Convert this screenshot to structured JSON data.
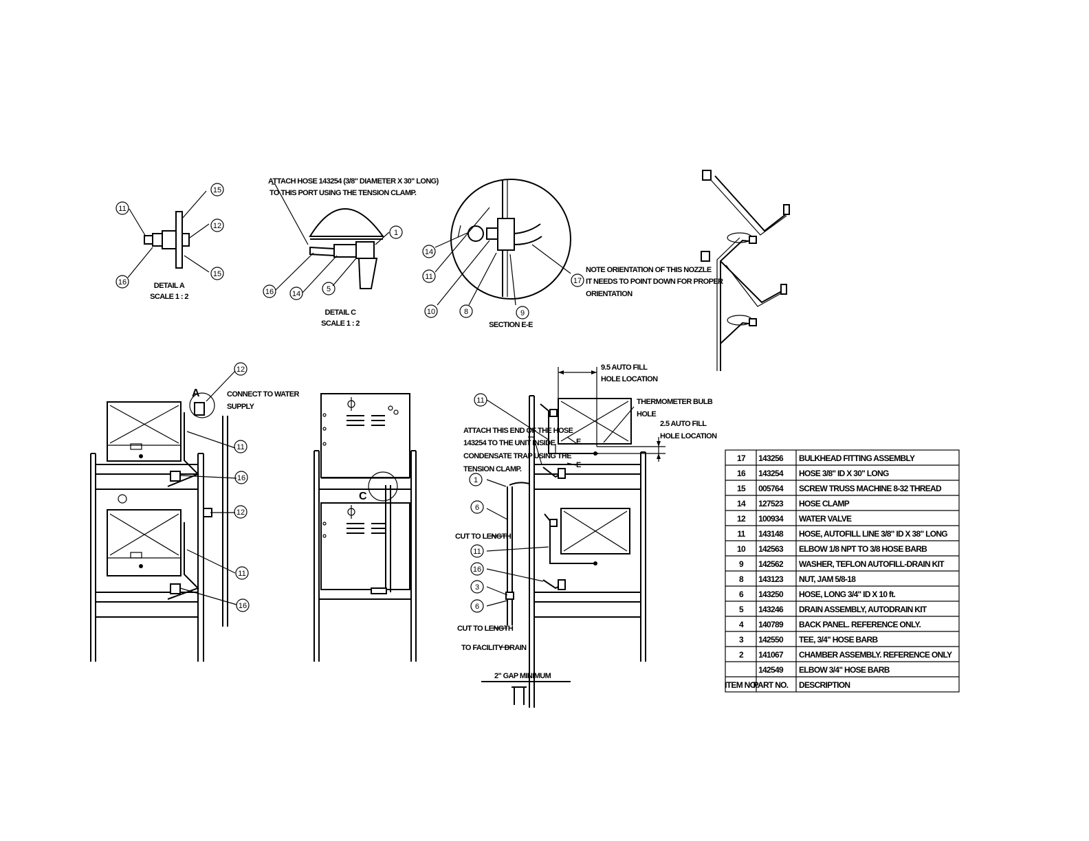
{
  "detail_a": {
    "title": "DETAIL A",
    "scale": "SCALE 1 : 2",
    "balloons": [
      "11",
      "15",
      "12",
      "15",
      "16"
    ]
  },
  "detail_c": {
    "title": "DETAIL C",
    "scale": "SCALE 1 : 2",
    "note_line1": "ATTACH HOSE 143254 (3/8\" DIAMETER X 30\" LONG)",
    "note_line2": "TO THIS PORT USING THE TENSION CLAMP.",
    "balloons": [
      "1",
      "16",
      "14",
      "5"
    ]
  },
  "section_e": {
    "title": "SECTION E-E",
    "note_line1": "NOTE ORIENTATION OF THIS NOZZLE",
    "note_line2": "IT NEEDS TO POINT DOWN FOR PROPER",
    "note_line3": "ORIENTATION",
    "balloons": [
      "14",
      "11",
      "10",
      "8",
      "9",
      "17"
    ]
  },
  "side_view": {
    "detail_letter": "A",
    "connect_line1": "CONNECT TO WATER",
    "connect_line2": "SUPPLY",
    "balloons": [
      "12",
      "11",
      "16",
      "12",
      "11",
      "16"
    ]
  },
  "rear_view": {
    "detail_letter": "C"
  },
  "drain_view": {
    "dim_auto_fill_95_line1": "9.5 AUTO FILL",
    "dim_auto_fill_95_line2": "HOLE LOCATION",
    "thermometer_line1": "THERMOMETER BULB",
    "thermometer_line2": "HOLE",
    "dim_auto_fill_25_line1": "2.5 AUTO FILL",
    "dim_auto_fill_25_line2": "HOLE LOCATION",
    "attach_line1": "ATTACH THIS END OF THE HOSE",
    "attach_line2": "143254 TO THE UNIT INSIDE",
    "attach_line3": "CONDENSATE TRAP USING THE",
    "attach_line4": "TENSION CLAMP.",
    "cut_to_length_1": "CUT TO LENGTH",
    "cut_to_length_2": "CUT TO LENGTH",
    "to_facility_drain": "TO FACILITY DRAIN",
    "gap_minimum": "2\" GAP MINIMUM",
    "section_marker": "E",
    "balloons": [
      "11",
      "1",
      "6",
      "11",
      "16",
      "3",
      "6"
    ]
  },
  "parts_table": {
    "header": {
      "item": "ITEM NO.",
      "part": "PART NO.",
      "desc": "DESCRIPTION"
    },
    "rows": [
      {
        "item": "17",
        "part": "143256",
        "desc": "BULKHEAD FITTING ASSEMBLY"
      },
      {
        "item": "16",
        "part": "143254",
        "desc": "HOSE 3/8\" ID X 30\" LONG"
      },
      {
        "item": "15",
        "part": "005764",
        "desc": "SCREW TRUSS MACHINE 8-32 THREAD"
      },
      {
        "item": "14",
        "part": "127523",
        "desc": "HOSE CLAMP"
      },
      {
        "item": "12",
        "part": "100934",
        "desc": "WATER VALVE"
      },
      {
        "item": "11",
        "part": "143148",
        "desc": "HOSE, AUTOFILL LINE 3/8\" ID X 38\" LONG"
      },
      {
        "item": "10",
        "part": "142563",
        "desc": "ELBOW 1/8 NPT TO 3/8 HOSE BARB"
      },
      {
        "item": "9",
        "part": "142562",
        "desc": "WASHER, TEFLON AUTOFILL-DRAIN KIT"
      },
      {
        "item": "8",
        "part": "143123",
        "desc": "NUT, JAM 5/8-18"
      },
      {
        "item": "6",
        "part": "143250",
        "desc": "HOSE, LONG 3/4\" ID X 10 ft."
      },
      {
        "item": "5",
        "part": "143246",
        "desc": "DRAIN ASSEMBLY, AUTODRAIN KIT"
      },
      {
        "item": "4",
        "part": "140789",
        "desc": "BACK PANEL. REFERENCE ONLY."
      },
      {
        "item": "3",
        "part": "142550",
        "desc": "TEE, 3/4\" HOSE BARB"
      },
      {
        "item": "2",
        "part": "141067",
        "desc": "CHAMBER ASSEMBLY. REFERENCE ONLY"
      },
      {
        "item": "",
        "part": "142549",
        "desc": "ELBOW 3/4\" HOSE BARB"
      }
    ]
  }
}
